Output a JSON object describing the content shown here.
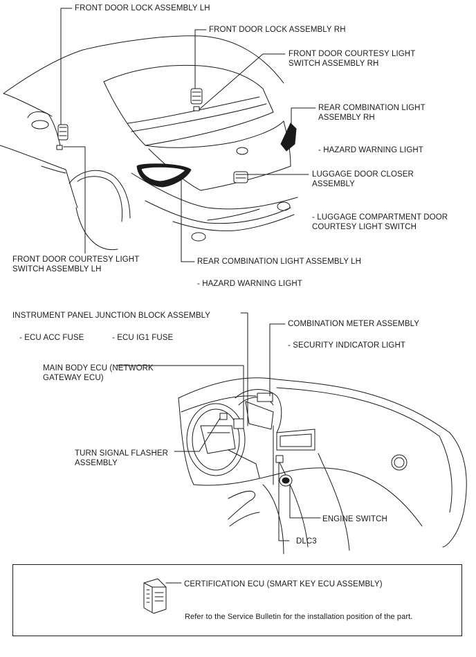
{
  "labels": {
    "front_door_lock_lh": "FRONT DOOR LOCK ASSEMBLY LH",
    "front_door_lock_rh": "FRONT DOOR LOCK ASSEMBLY RH",
    "courtesy_switch_rh_1": "FRONT DOOR COURTESY LIGHT",
    "courtesy_switch_rh_2": "SWITCH ASSEMBLY RH",
    "rear_combo_rh_1": "REAR COMBINATION LIGHT",
    "rear_combo_rh_2": "ASSEMBLY RH",
    "hazard_rh": "- HAZARD WARNING LIGHT",
    "luggage_closer_1": "LUGGAGE DOOR CLOSER",
    "luggage_closer_2": "ASSEMBLY",
    "luggage_switch_1": "- LUGGAGE COMPARTMENT DOOR",
    "luggage_switch_2": "COURTESY LIGHT SWITCH",
    "courtesy_switch_lh_1": "FRONT DOOR COURTESY LIGHT",
    "courtesy_switch_lh_2": "SWITCH ASSEMBLY LH",
    "rear_combo_lh": "REAR COMBINATION LIGHT ASSEMBLY LH",
    "hazard_lh": "- HAZARD WARNING LIGHT",
    "ip_junction": "INSTRUMENT PANEL JUNCTION BLOCK ASSEMBLY",
    "ecu_acc_fuse": "- ECU ACC FUSE",
    "ecu_ig1_fuse": "- ECU IG1 FUSE",
    "combination_meter": "COMBINATION METER ASSEMBLY",
    "security_indicator": "- SECURITY INDICATOR LIGHT",
    "main_body_ecu_1": "MAIN BODY ECU (NETWORK",
    "main_body_ecu_2": "GATEWAY ECU)",
    "turn_flasher_1": "TURN SIGNAL FLASHER",
    "turn_flasher_2": "ASSEMBLY",
    "engine_switch": "ENGINE SWITCH",
    "dlc3": "DLC3",
    "certification_ecu": "CERTIFICATION ECU (SMART KEY ECU ASSEMBLY)",
    "service_note": "Refer to the Service Bulletin for the installation position of the part."
  }
}
